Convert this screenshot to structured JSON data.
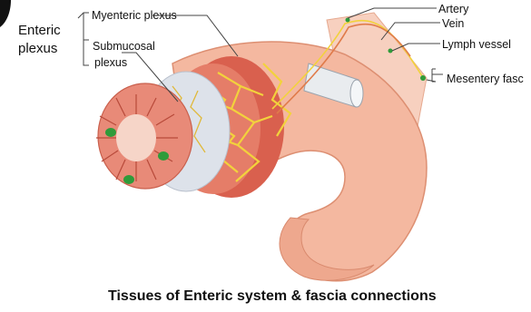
{
  "labels": {
    "enteric_line1": "Enteric",
    "enteric_line2": "plexus",
    "myenteric": "Myenteric plexus",
    "submucosal_line1": "Submucosal",
    "submucosal_line2": "plexus",
    "artery": "Artery",
    "vein": "Vein",
    "lymph": "Lymph vessel",
    "mesentery": "Mesentery fasc"
  },
  "caption": "Tissues of Enteric system & fascia connections",
  "colors": {
    "tissue_pink": "#f4b8a0",
    "muscle_red": "#d9604e",
    "nerve_yellow": "#f2d23c",
    "submucosa_gray": "#dde2ea",
    "gland_green": "#2f9b3a"
  }
}
